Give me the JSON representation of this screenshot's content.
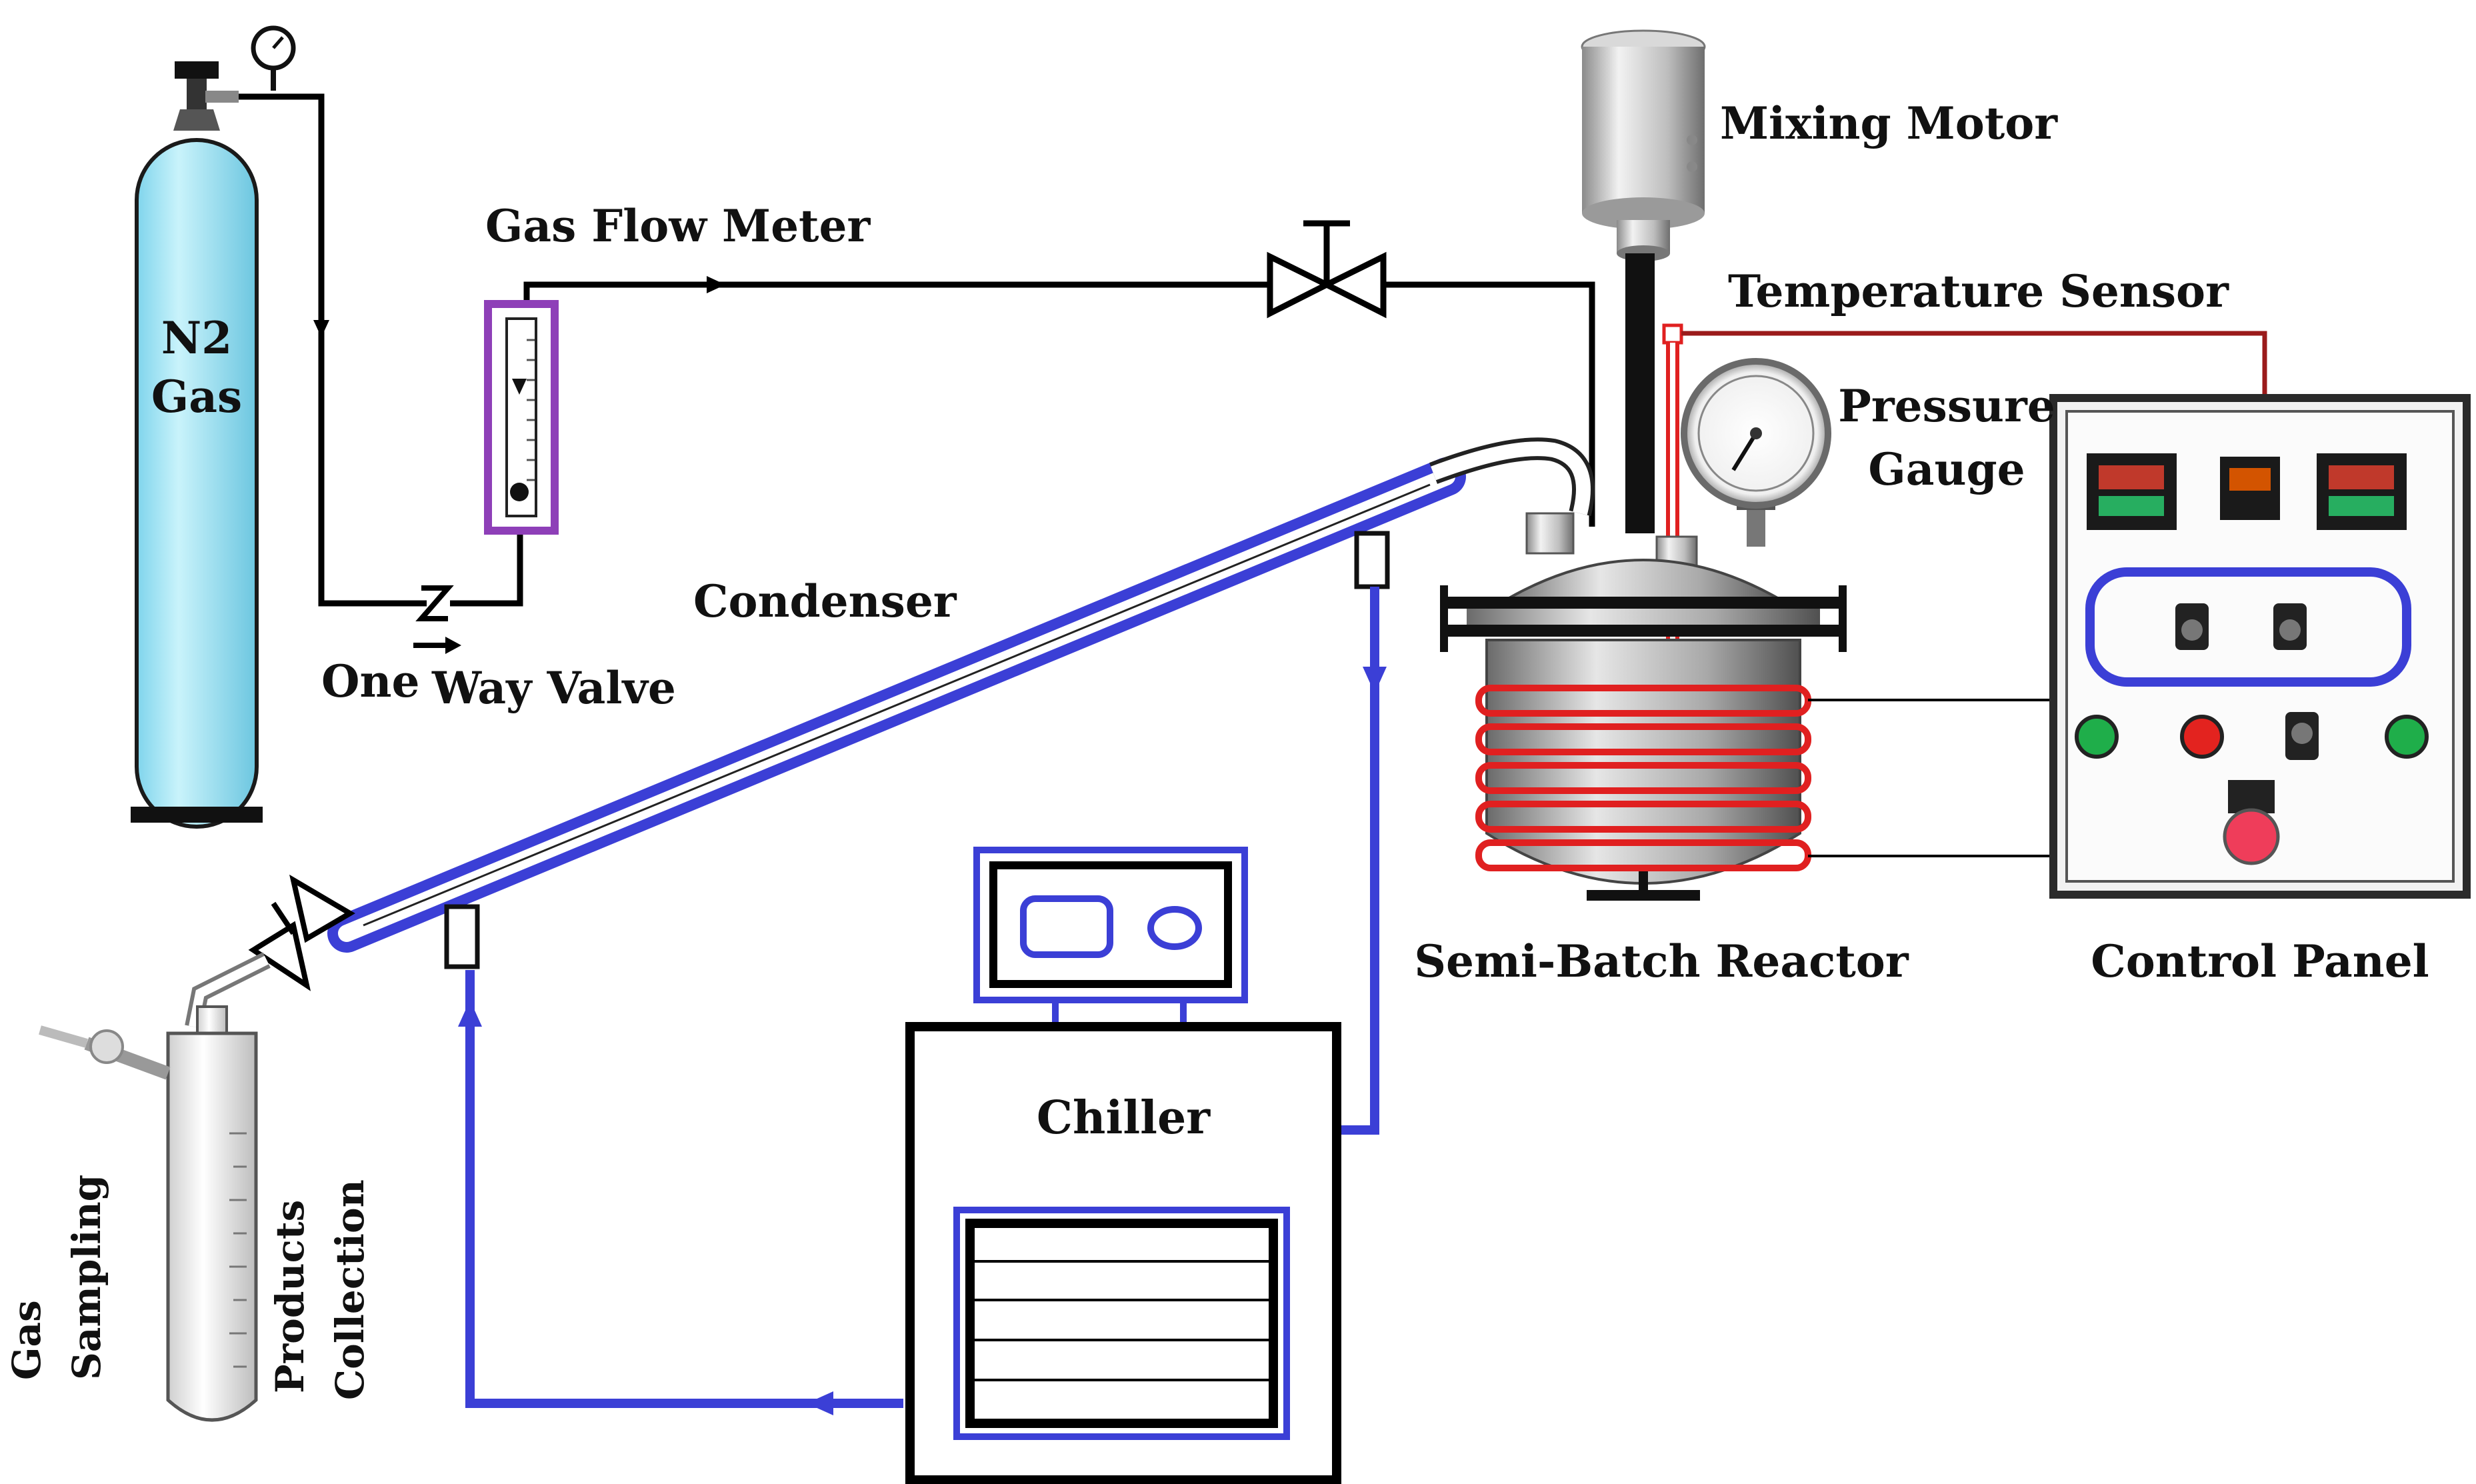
{
  "labels": {
    "n2_gas_line1": "N2",
    "n2_gas_line2": "Gas",
    "gas_flow_meter": "Gas Flow Meter",
    "one_way_valve_a": "One",
    "one_way_valve_b": "Way Valve",
    "condenser": "Condenser",
    "mixing_motor": "Mixing Motor",
    "temperature_sensor": "Temperature Sensor",
    "pressure_gauge_line1": "Pressure",
    "pressure_gauge_line2": "Gauge",
    "semi_batch_reactor": "Semi-Batch Reactor",
    "control_panel": "Control Panel",
    "chiller": "Chiller",
    "gas_sampling_line1": "Gas",
    "gas_sampling_line2": "Sampling",
    "products_collection_line1": "Products",
    "products_collection_line2": "Collection"
  },
  "colors": {
    "gas_line": "#000000",
    "coolant_line": "#3b3fd6",
    "heater_coil": "#e02020",
    "sensor_wire": "#9b1b1b",
    "cylinder": "#9fe3f5",
    "flowmeter_frame": "#8e3fb8"
  }
}
